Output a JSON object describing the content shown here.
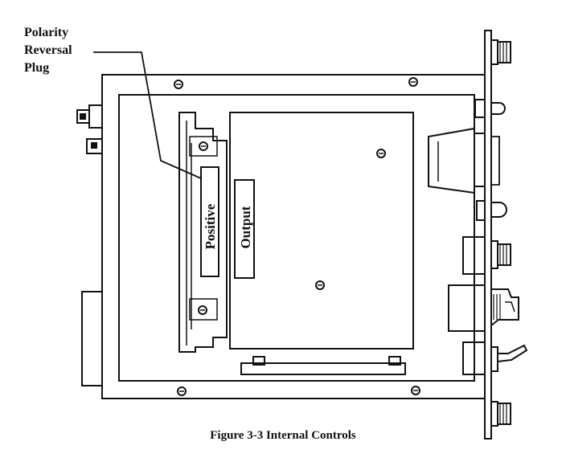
{
  "callout": {
    "lines": [
      "Polarity",
      "Reversal",
      "Plug"
    ]
  },
  "labels": {
    "positive": "Positive",
    "output": "Output"
  },
  "caption": "Figure 3-3  Internal Controls",
  "colors": {
    "ink": "#111111",
    "paper": "#ffffff"
  }
}
